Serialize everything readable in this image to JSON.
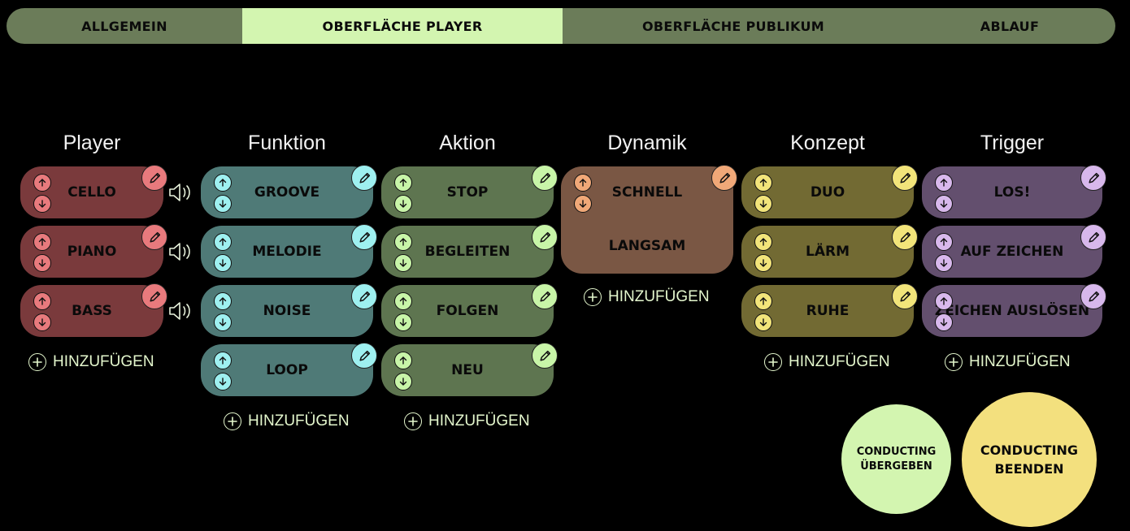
{
  "tabs": [
    {
      "label": "ALLGEMEIN"
    },
    {
      "label": "OBERFLÄCHE PLAYER"
    },
    {
      "label": "OBERFLÄCHE PUBLIKUM"
    },
    {
      "label": "ABLAUF"
    }
  ],
  "active_tab": "OBERFLÄCHE PLAYER",
  "columns": {
    "player": {
      "title": "Player",
      "items": [
        "CELLO",
        "PIANO",
        "BASS"
      ],
      "add_label": "HINZUFÜGEN",
      "color": "#7a3a3c",
      "accent": "#e87a7d"
    },
    "funktion": {
      "title": "Funktion",
      "items": [
        "GROOVE",
        "MELODIE",
        "NOISE",
        "LOOP"
      ],
      "add_label": "HINZUFÜGEN",
      "color": "#4f7a77",
      "accent": "#9ef0f0"
    },
    "aktion": {
      "title": "Aktion",
      "items": [
        "STOP",
        "BEGLEITEN",
        "FOLGEN",
        "NEU"
      ],
      "add_label": "HINZUFÜGEN",
      "color": "#5e7550",
      "accent": "#c8f5a8"
    },
    "dynamik": {
      "title": "Dynamik",
      "items": [
        "SCHNELL",
        "LANGSAM"
      ],
      "add_label": "HINZUFÜGEN",
      "color": "#7a5744",
      "accent": "#f0a878"
    },
    "konzept": {
      "title": "Konzept",
      "items": [
        "DUO",
        "LÄRM",
        "RUHE"
      ],
      "add_label": "HINZUFÜGEN",
      "color": "#726a33",
      "accent": "#f2e47a"
    },
    "trigger": {
      "title": "Trigger",
      "items": [
        "LOS!",
        "AUF ZEICHEN",
        "ZEICHEN AUSLÖSEN"
      ],
      "add_label": "HINZUFÜGEN",
      "color": "#634f6e",
      "accent": "#d8b8ec"
    }
  },
  "buttons": {
    "conducting_uebergeben": {
      "line1": "CONDUCTING",
      "line2": "ÜBERGEBEN",
      "color": "#d3f5b0"
    },
    "conducting_beenden": {
      "line1": "CONDUCTING",
      "line2": "BEENDEN",
      "color": "#f3e07e"
    }
  },
  "icons": [
    "arrow-up-icon",
    "arrow-down-icon",
    "pencil-icon",
    "speaker-icon",
    "plus-circle-icon"
  ]
}
